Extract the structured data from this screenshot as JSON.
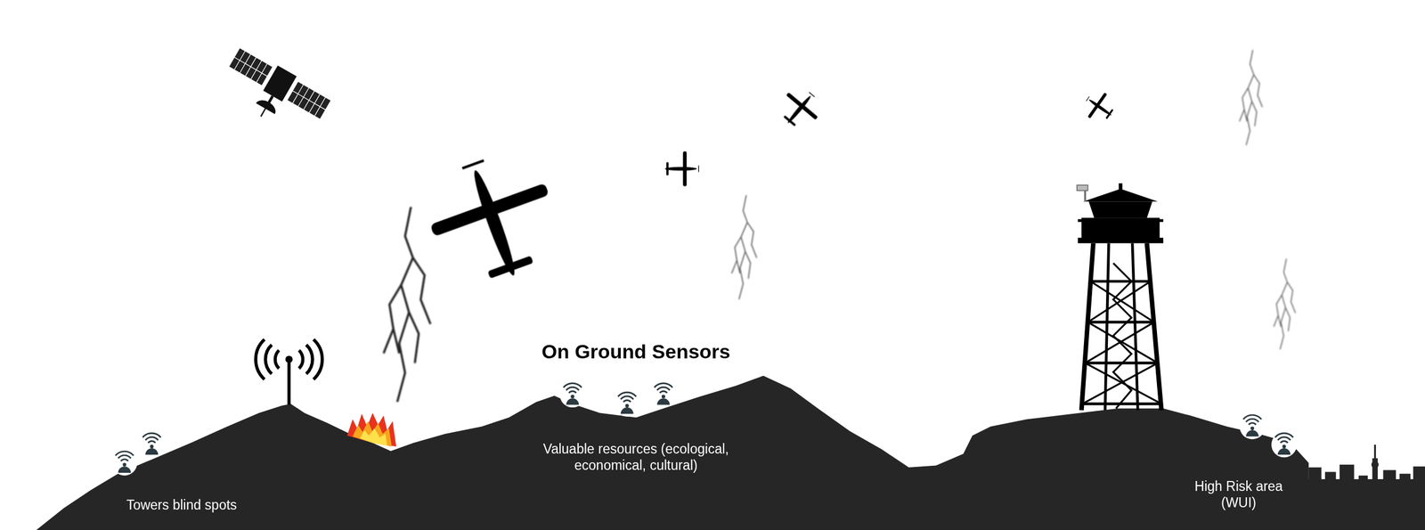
{
  "diagram": {
    "labels": [
      "On Ground Sensors",
      "Valuable resources (ecological, economical, cultural)",
      "Towers blind spots",
      "High Risk area (WUI)"
    ]
  }
}
